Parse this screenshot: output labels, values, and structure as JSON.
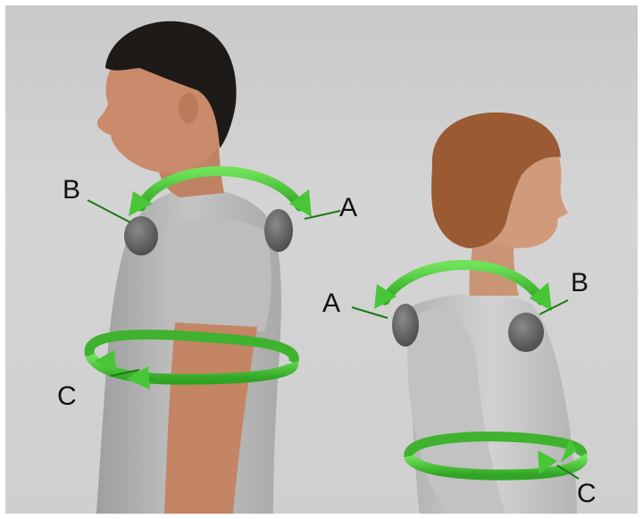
{
  "figure": {
    "left_figure": {
      "labels": {
        "a": "A",
        "b": "B",
        "c": "C"
      }
    },
    "right_figure": {
      "labels": {
        "a": "A",
        "b": "B",
        "c": "C"
      }
    }
  },
  "colors": {
    "background": "#cfcfcf",
    "arrow": "#4cc93a",
    "shirt": "#b8b8b8",
    "skin": "#c98b6b",
    "hair_man": "#1e1a17",
    "hair_woman": "#9a5a33",
    "sensor": "#6a6a6a"
  }
}
